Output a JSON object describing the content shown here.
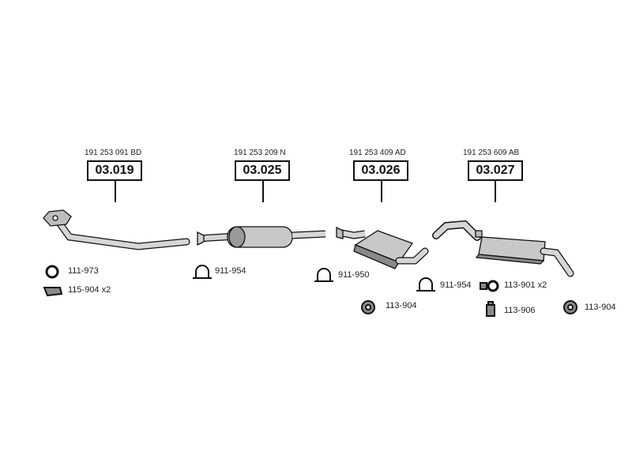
{
  "sections": [
    {
      "ref": "191 253 091 BD",
      "code": "03.019"
    },
    {
      "ref": "191 253 209 N",
      "code": "03.025"
    },
    {
      "ref": "191 253 409 AD",
      "code": "03.026"
    },
    {
      "ref": "191 253 609 AB",
      "code": "03.027"
    }
  ],
  "accessories": [
    {
      "label": "111-973",
      "icon": "ring-gasket-icon"
    },
    {
      "label": "115-904 x2",
      "icon": "rubber-mount-icon"
    },
    {
      "label": "911-954",
      "icon": "u-clamp-icon"
    },
    {
      "label": "911-950",
      "icon": "u-clamp-icon"
    },
    {
      "label": "911-954",
      "icon": "u-clamp-icon"
    },
    {
      "label": "113-901 x2",
      "icon": "ring-hanger-icon"
    },
    {
      "label": "113-904",
      "icon": "rubber-hanger-icon"
    },
    {
      "label": "113-906",
      "icon": "rubber-block-icon"
    },
    {
      "label": "113-904",
      "icon": "rubber-hanger-icon"
    }
  ],
  "colors": {
    "line": "#111111",
    "part_fill": "#c8c8c8",
    "part_shade": "#8a8a8a"
  }
}
